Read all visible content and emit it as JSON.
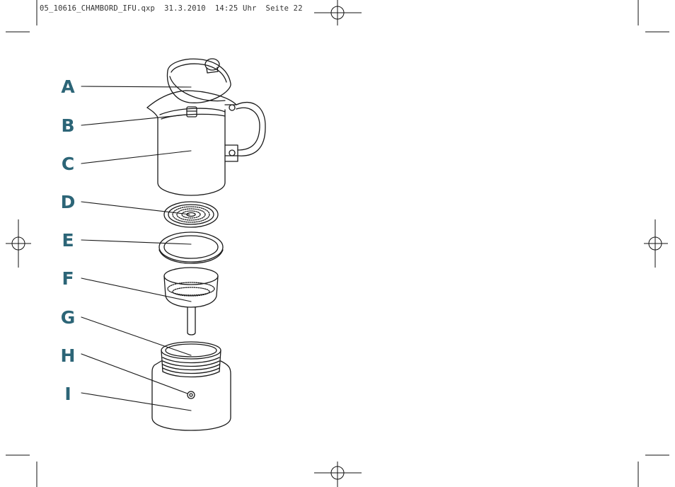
{
  "print_slug": "05_10616_CHAMBORD_IFU.qxp  31.3.2010  14:25 Uhr  Seite 22",
  "parts": {
    "a": "A",
    "b": "B",
    "c": "C",
    "d": "D",
    "e": "E",
    "f": "F",
    "g": "G",
    "h": "H",
    "i": "I"
  },
  "colors": {
    "label": "#2c6577",
    "line": "#1a1a1a"
  }
}
